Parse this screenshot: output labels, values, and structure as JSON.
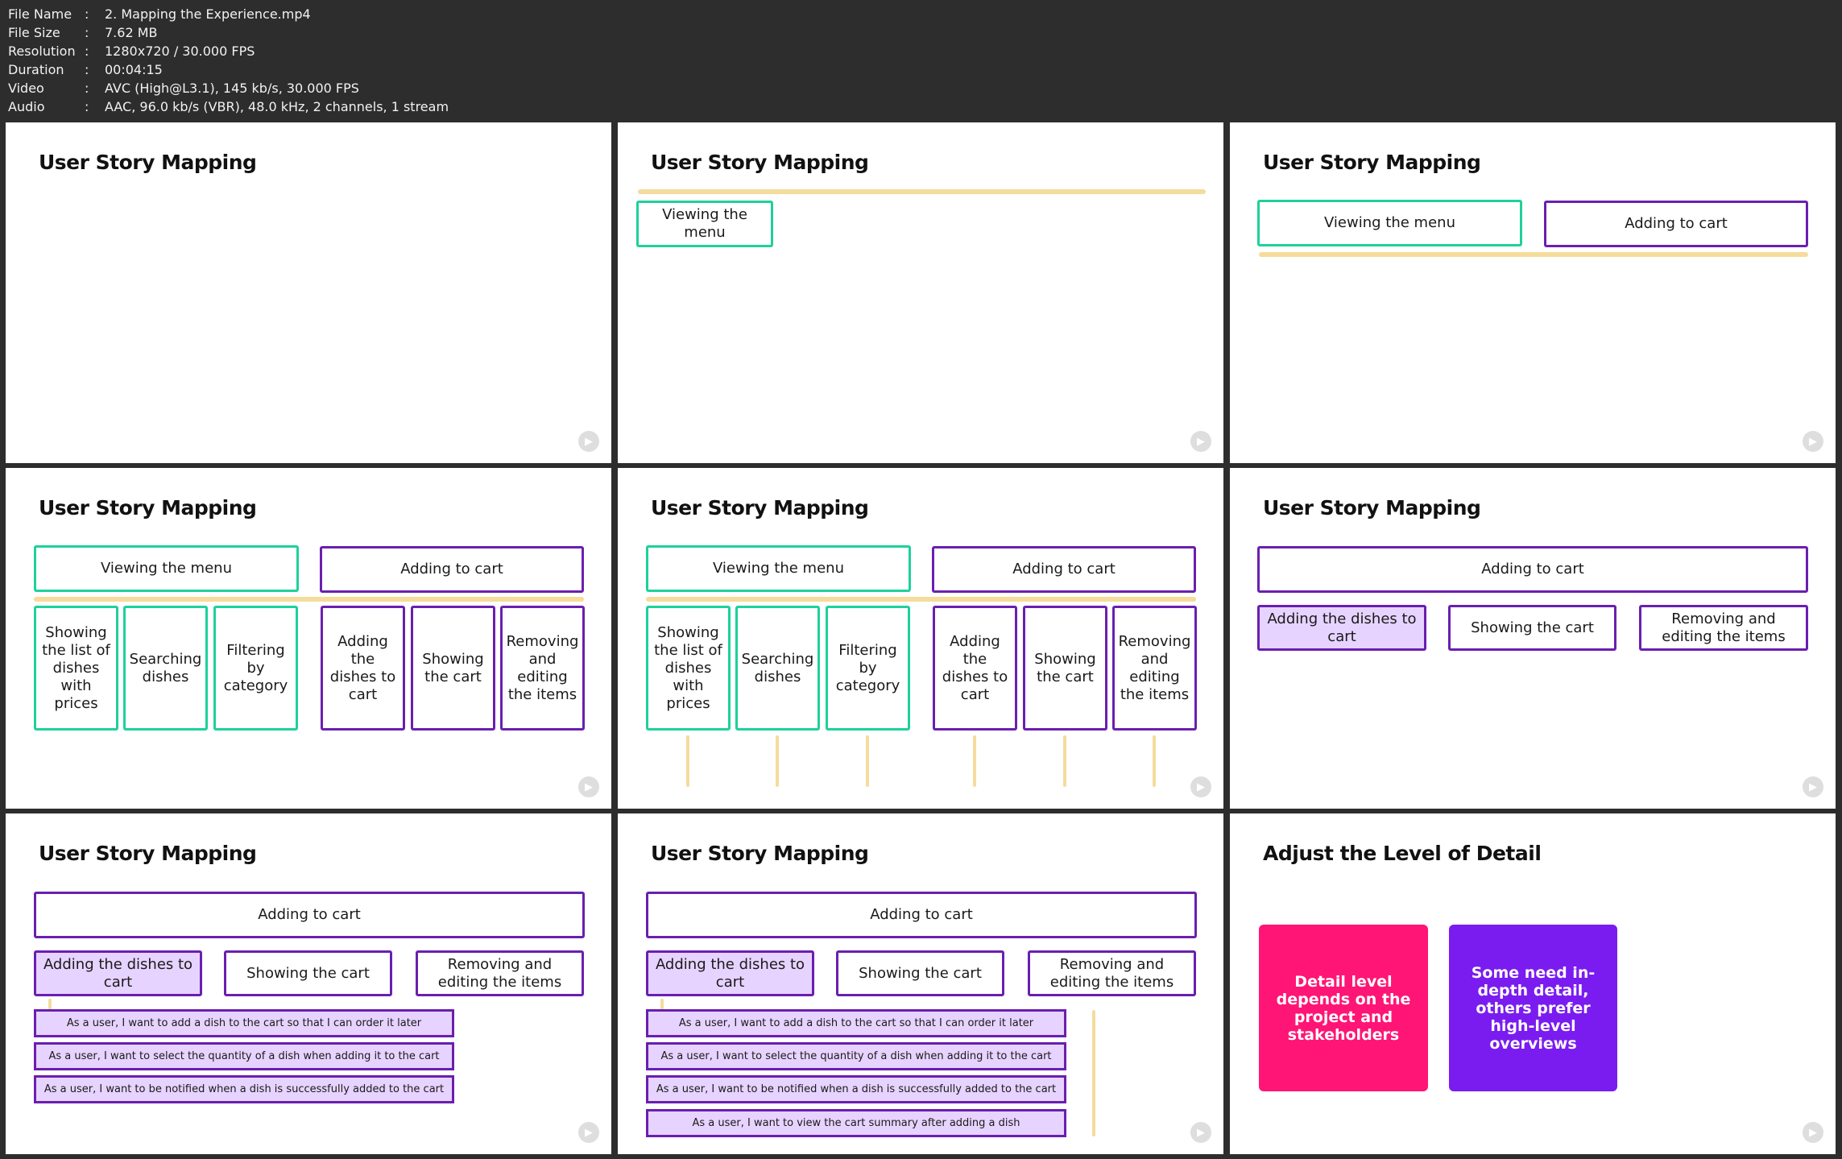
{
  "info": {
    "rows": [
      {
        "key": "File Name",
        "value": "2. Mapping the Experience.mp4"
      },
      {
        "key": "File Size",
        "value": "7.62 MB"
      },
      {
        "key": "Resolution",
        "value": "1280x720 / 30.000 FPS"
      },
      {
        "key": "Duration",
        "value": "00:04:15"
      },
      {
        "key": "Video",
        "value": "AVC (High@L3.1), 145 kb/s, 30.000 FPS"
      },
      {
        "key": "Audio",
        "value": "AAC, 96.0 kb/s (VBR), 48.0 kHz, 2 channels, 1 stream"
      }
    ]
  },
  "slides": {
    "title": "User Story Mapping",
    "title_last": "Adjust the Level of Detail",
    "watermark_icon": "play-logo-icon"
  },
  "cards": {
    "viewing_menu": "Viewing the menu",
    "viewing_menu_short": "Viewing the menu",
    "adding_cart": "Adding to cart",
    "showing_list": "Showing the list of dishes with prices",
    "searching": "Searching dishes",
    "filtering": "Filtering by category",
    "adding_dishes": "Adding the dishes to cart",
    "showing_cart": "Showing the cart",
    "removing": "Removing and editing the items"
  },
  "stories": [
    "As a user, I want to add a dish to the cart so that I can order it later",
    "As a user, I want to select the quantity of a dish when adding it to the cart",
    "As a user, I want to be notified when a dish is successfully added to the cart",
    "As a user, I want to view the cart summary after adding a dish"
  ],
  "detail": {
    "pink": "Detail level depends on the project and stakeholders",
    "purple": "Some need in-depth detail, others prefer high-level overviews",
    "pink_color": "#ff1575",
    "purple_color": "#7a1cf0"
  }
}
